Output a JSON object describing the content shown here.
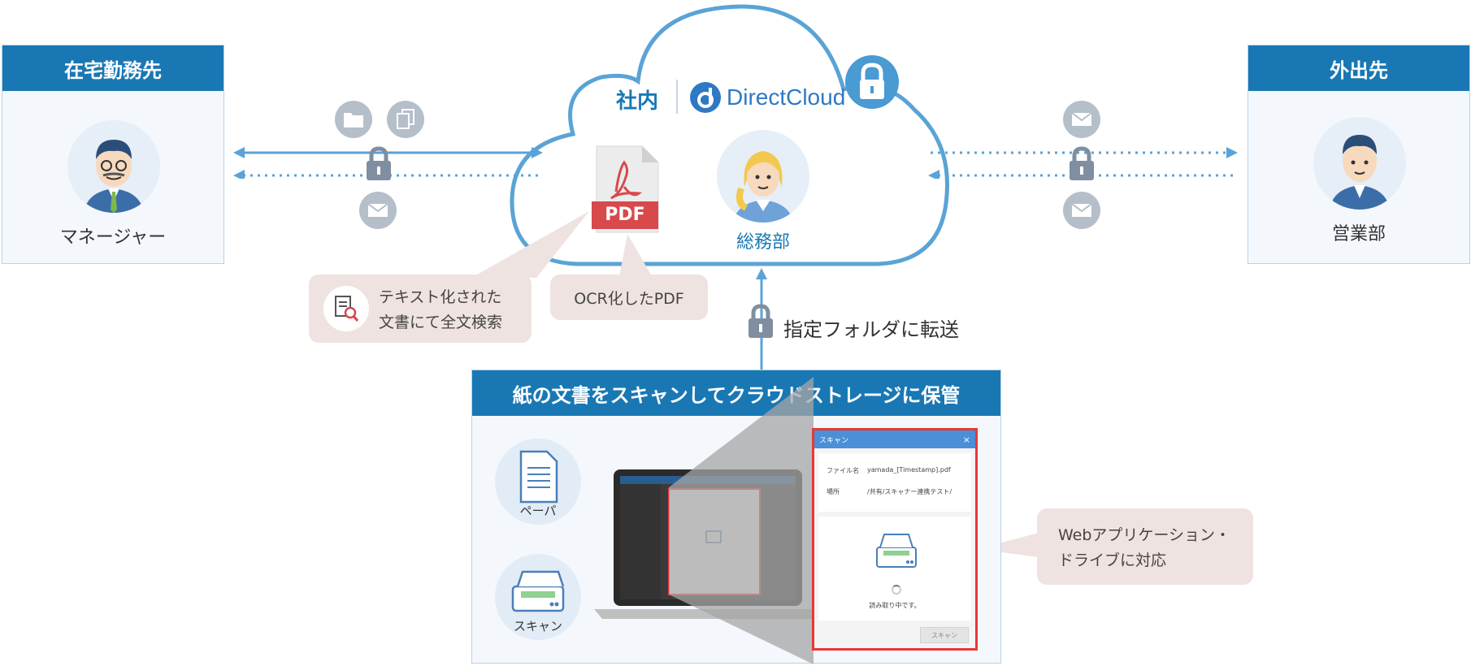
{
  "left_panel": {
    "title": "在宅勤務先",
    "person": "マネージャー"
  },
  "right_panel": {
    "title": "外出先",
    "person": "営業部"
  },
  "cloud": {
    "label": "社内",
    "brand": "DirectCloud",
    "pdf_label": "PDF",
    "person": "総務部"
  },
  "bubbles": {
    "search_line1": "テキスト化された",
    "search_line2": "文書にて全文検索",
    "ocr": "OCR化したPDF",
    "web_line1": "Webアプリケーション・",
    "web_line2": "ドライブに対応"
  },
  "transfer": {
    "label": "指定フォルダに転送"
  },
  "scan_panel": {
    "title": "紙の文書をスキャンしてクラウドストレージに保管",
    "paper_label": "ペーパ",
    "scanner_label": "スキャン"
  },
  "dialog": {
    "title": "スキャン",
    "close": "×",
    "filename_label": "ファイル名",
    "filename_value": "yamada_[Timestamp].pdf",
    "location_label": "場所",
    "location_value": "/共有/スキャナー連携テスト/",
    "status": "読み取り中です。",
    "button": "スキャン"
  },
  "colors": {
    "brand_blue": "#1978b4",
    "arrow_blue": "#5aa3d6",
    "lock_grey": "#7f8ea0",
    "bubble": "#efe3e1",
    "pdf_red": "#d8494b"
  }
}
